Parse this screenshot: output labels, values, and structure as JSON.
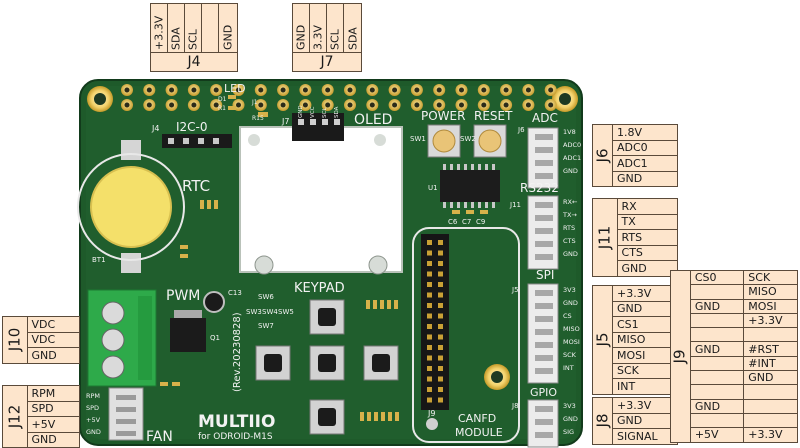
{
  "board": {
    "title": "MULTIIO",
    "subtitle": "for ODROID-M1S",
    "revision": "(Rev.20230828)",
    "silkscreen": {
      "led": "LED",
      "i2c": "I2C-0",
      "oled": "OLED",
      "power": "POWER",
      "reset": "RESET",
      "adc": "ADC",
      "rs232": "RS232",
      "spi": "SPI",
      "gpio": "GPIO",
      "rtc": "RTC",
      "pwm": "PWM",
      "keypad": "KEYPAD",
      "canfd": "CANFD",
      "module": "MODULE",
      "fan": "FAN",
      "bt1": "BT1",
      "j4": "J4",
      "j7": "J7",
      "j11": "J11",
      "j5": "J5",
      "j6": "J6",
      "j8": "J8",
      "j9": "J9",
      "j1": "J1",
      "sw1": "SW1",
      "sw2": "SW2",
      "sw3": "SW3",
      "sw4": "SW4",
      "sw5": "SW5",
      "sw6": "SW6",
      "sw7": "SW7",
      "c13": "C13",
      "q1": "Q1",
      "d1": "D1",
      "r1": "R1",
      "r15": "R15",
      "u1": "U1",
      "c6": "C6",
      "c7": "C7",
      "c9": "C9",
      "adc_pins": [
        "1V8",
        "ADC0",
        "ADC1",
        "GND"
      ],
      "rs232_pins": [
        "RX←",
        "TX→",
        "RTS",
        "CTS",
        "GND"
      ],
      "spi_pins": [
        "3V3",
        "GND",
        "CS",
        "MISO",
        "MOSI",
        "SCK",
        "INT"
      ],
      "gpio_pins": [
        "3V3",
        "GND",
        "SIG"
      ],
      "fan_pins": [
        "RPM",
        "SPD",
        "+5V",
        "GND"
      ],
      "oled_pins": [
        "GND",
        "VCC",
        "SCL",
        "SDA"
      ]
    }
  },
  "connectors": {
    "J4": {
      "name": "J4",
      "pins": [
        "+3.3V",
        "SDA",
        "SCL",
        "",
        "GND"
      ]
    },
    "J7": {
      "name": "J7",
      "pins": [
        "GND",
        "3.3V",
        "SCL",
        "SDA"
      ]
    },
    "J6": {
      "name": "J6",
      "pins": [
        "1.8V",
        "ADC0",
        "ADC1",
        "GND"
      ]
    },
    "J11": {
      "name": "J11",
      "pins": [
        "RX",
        "TX",
        "RTS",
        "CTS",
        "GND"
      ]
    },
    "J5": {
      "name": "J5",
      "pins": [
        "+3.3V",
        "GND",
        "CS1",
        "MISO",
        "MOSI",
        "SCK",
        "INT"
      ]
    },
    "J8": {
      "name": "J8",
      "pins": [
        "+3.3V",
        "GND",
        "SIGNAL"
      ]
    },
    "J10": {
      "name": "J10",
      "pins": [
        "VDC",
        "VDC",
        "GND"
      ]
    },
    "J12": {
      "name": "J12",
      "pins": [
        "RPM",
        "SPD",
        "+5V",
        "GND"
      ]
    },
    "J9": {
      "name": "J9",
      "rows": [
        [
          "CS0",
          "SCK"
        ],
        [
          "",
          "MISO"
        ],
        [
          "GND",
          "MOSI"
        ],
        [
          "",
          "+3.3V"
        ],
        [
          "",
          ""
        ],
        [
          "GND",
          "#RST"
        ],
        [
          "",
          "#INT"
        ],
        [
          "",
          "GND"
        ],
        [
          "",
          ""
        ],
        [
          "GND",
          ""
        ],
        [
          "",
          ""
        ],
        [
          "+5V",
          "+3.3V"
        ]
      ]
    }
  },
  "colors": {
    "pcb": "#1e5a2a",
    "pcb_edge": "#174a21",
    "silkscreen": "#f2f2f2",
    "gold": "#d9b13a",
    "table_fill": "#fde5cc",
    "table_border": "#5a4a3a",
    "terminal_green": "#2eaa4a",
    "battery": "#f4e06a"
  }
}
